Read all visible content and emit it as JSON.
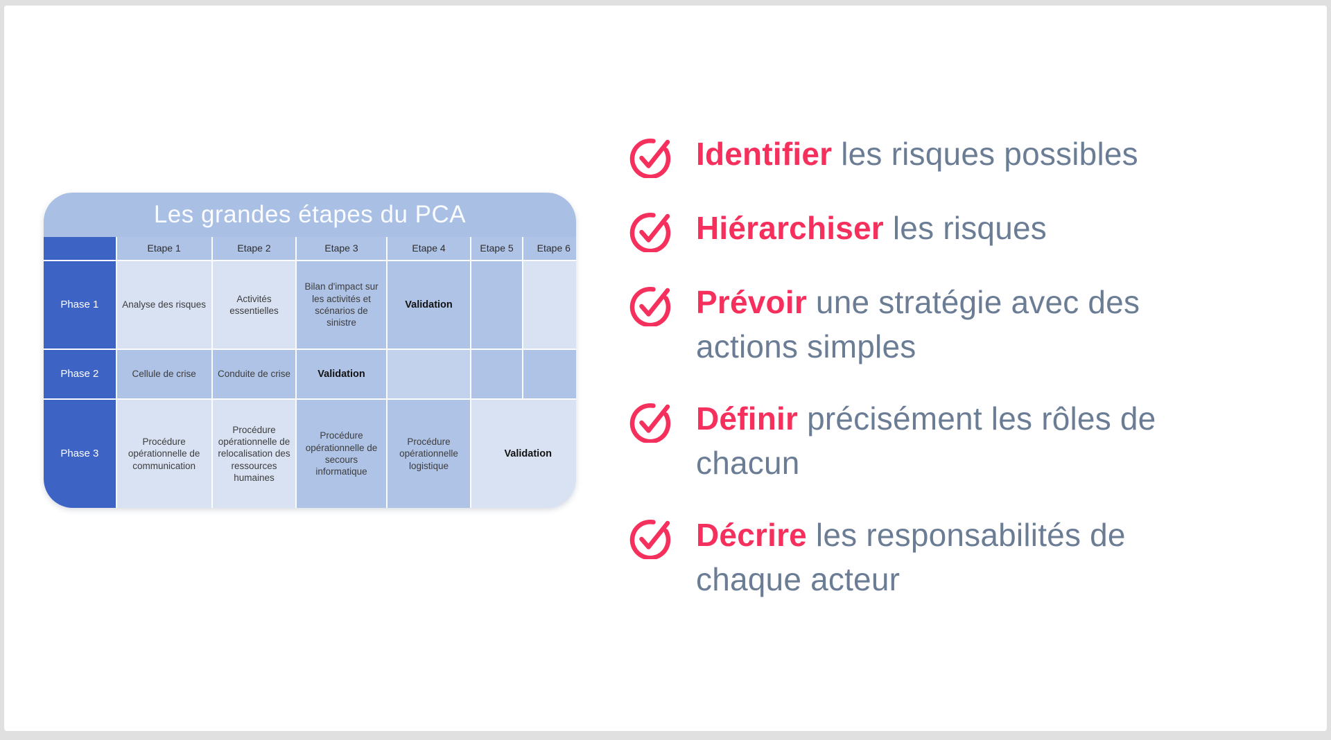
{
  "table": {
    "title": "Les grandes étapes du PCA",
    "column_headers": [
      "Etape 1",
      "Etape 2",
      "Etape 3",
      "Etape 4",
      "Etape 5",
      "Etape 6"
    ],
    "rows": [
      {
        "phase": "Phase 1",
        "cells": [
          {
            "text": "Analyse des risques",
            "shade": "light"
          },
          {
            "text": "Activités essentielles",
            "shade": "light"
          },
          {
            "text": "Bilan d'impact sur les activités et scénarios de sinistre",
            "shade": "med"
          },
          {
            "text": "Validation",
            "shade": "med",
            "bold": true
          },
          {
            "text": "",
            "shade": "med"
          },
          {
            "text": "",
            "shade": "light"
          }
        ]
      },
      {
        "phase": "Phase 2",
        "cells": [
          {
            "text": "Cellule de crise",
            "shade": "med"
          },
          {
            "text": "Conduite de crise",
            "shade": "med"
          },
          {
            "text": "Validation",
            "shade": "med",
            "bold": true
          },
          {
            "text": "",
            "shade": "lm"
          },
          {
            "text": "",
            "shade": "med"
          },
          {
            "text": "",
            "shade": "med"
          }
        ]
      },
      {
        "phase": "Phase 3",
        "cells": [
          {
            "text": "Procédure opérationnelle de communication",
            "shade": "light"
          },
          {
            "text": "Procédure opérationnelle de relocalisation des ressources humaines",
            "shade": "light"
          },
          {
            "text": "Procédure opérationnelle de secours informatique",
            "shade": "med"
          },
          {
            "text": "Procédure opérationnelle logistique",
            "shade": "med"
          },
          {
            "text": "Validation",
            "shade": "light",
            "bold": true,
            "span": 2
          }
        ]
      }
    ]
  },
  "checklist": {
    "items": [
      {
        "keyword": "Identifier",
        "line1_rest": " les risques possibles",
        "line2": ""
      },
      {
        "keyword": "Hiérarchiser",
        "line1_rest": " les risques",
        "line2": ""
      },
      {
        "keyword": "Prévoir",
        "line1_rest": " une stratégie avec des",
        "line2": "actions simples"
      },
      {
        "keyword": "Définir",
        "line1_rest": " précisément les rôles de",
        "line2": "chacun"
      },
      {
        "keyword": "Décrire",
        "line1_rest": " les responsabilités de",
        "line2": "chaque acteur"
      }
    ]
  },
  "colors": {
    "accent_pink": "#f6305c",
    "text_slate": "#6b7c95",
    "phase_royal_blue": "#3d63c4",
    "cell_medium_blue": "#afc3e6",
    "cell_light_blue": "#d9e2f3",
    "title_band_blue": "#a9bfe4"
  }
}
